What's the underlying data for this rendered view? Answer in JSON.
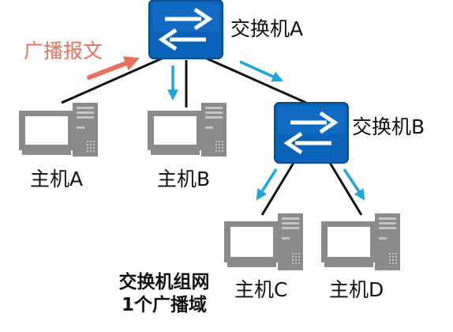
{
  "nodes": {
    "switch_a": {
      "label": "交换机A",
      "kind": "switch"
    },
    "switch_b": {
      "label": "交换机B",
      "kind": "switch"
    },
    "host_a": {
      "label": "主机A",
      "kind": "host"
    },
    "host_b": {
      "label": "主机B",
      "kind": "host"
    },
    "host_c": {
      "label": "主机C",
      "kind": "host"
    },
    "host_d": {
      "label": "主机D",
      "kind": "host"
    }
  },
  "links": [
    [
      "switch_a",
      "host_a"
    ],
    [
      "switch_a",
      "host_b"
    ],
    [
      "switch_a",
      "switch_b"
    ],
    [
      "switch_b",
      "host_c"
    ],
    [
      "switch_b",
      "host_d"
    ]
  ],
  "broadcast": {
    "label": "广播报文",
    "incoming_from": "host_a",
    "incoming_color": "#e8715c",
    "flow_color": "#1ea5e0",
    "flows": [
      [
        "switch_a",
        "host_b"
      ],
      [
        "switch_a",
        "switch_b"
      ],
      [
        "switch_b",
        "host_c"
      ],
      [
        "switch_b",
        "host_d"
      ]
    ]
  },
  "caption": {
    "line1": "交换机组网",
    "line2": "1个广播域"
  },
  "colors": {
    "switch_fill": "#0a63b8",
    "switch_border": "#054a8f",
    "host_body": "#8a8a8a",
    "link": "#111111"
  },
  "icons": {
    "switch": "switch-arrows-icon",
    "host": "desktop-computer-icon"
  }
}
